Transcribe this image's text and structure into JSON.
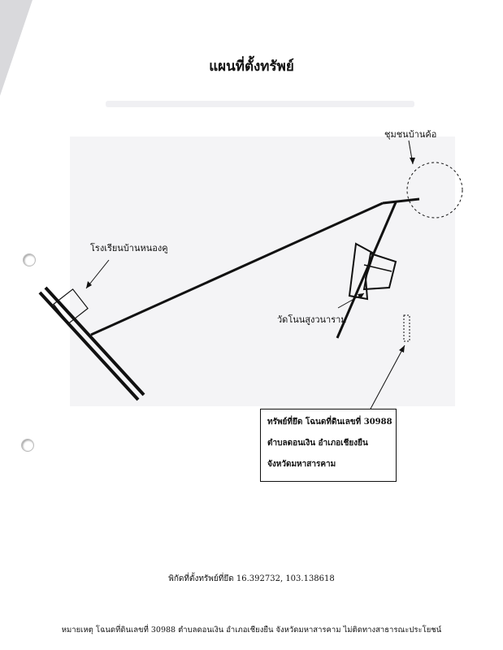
{
  "title": "แผนที่ตั้งทรัพย์",
  "labels": {
    "community": "ชุมชนบ้านค้อ",
    "school": "โรงเรียนบ้านหนองคู",
    "temple": "วัดโนนสูงวนาราม"
  },
  "info_box": {
    "line1": "ทรัพย์ที่ยึด โฉนดที่ดินเลขที่  30988",
    "line2": "ตำบลดอนเงิน   อำเภอเชียงยืน",
    "line3": "จังหวัดมหาสารคาม"
  },
  "coordinates": "พิกัดที่ตั้งทรัพย์ที่ยึด 16.392732, 103.138618",
  "footer_note": "หมายเหตุ โฉนดที่ดินเลขที่ 30988 ตำบลดอนเงิน อำเภอเชียงยืน จังหวัดมหาสารคาม ไม่ติดทางสาธารณะประโยชน์"
}
